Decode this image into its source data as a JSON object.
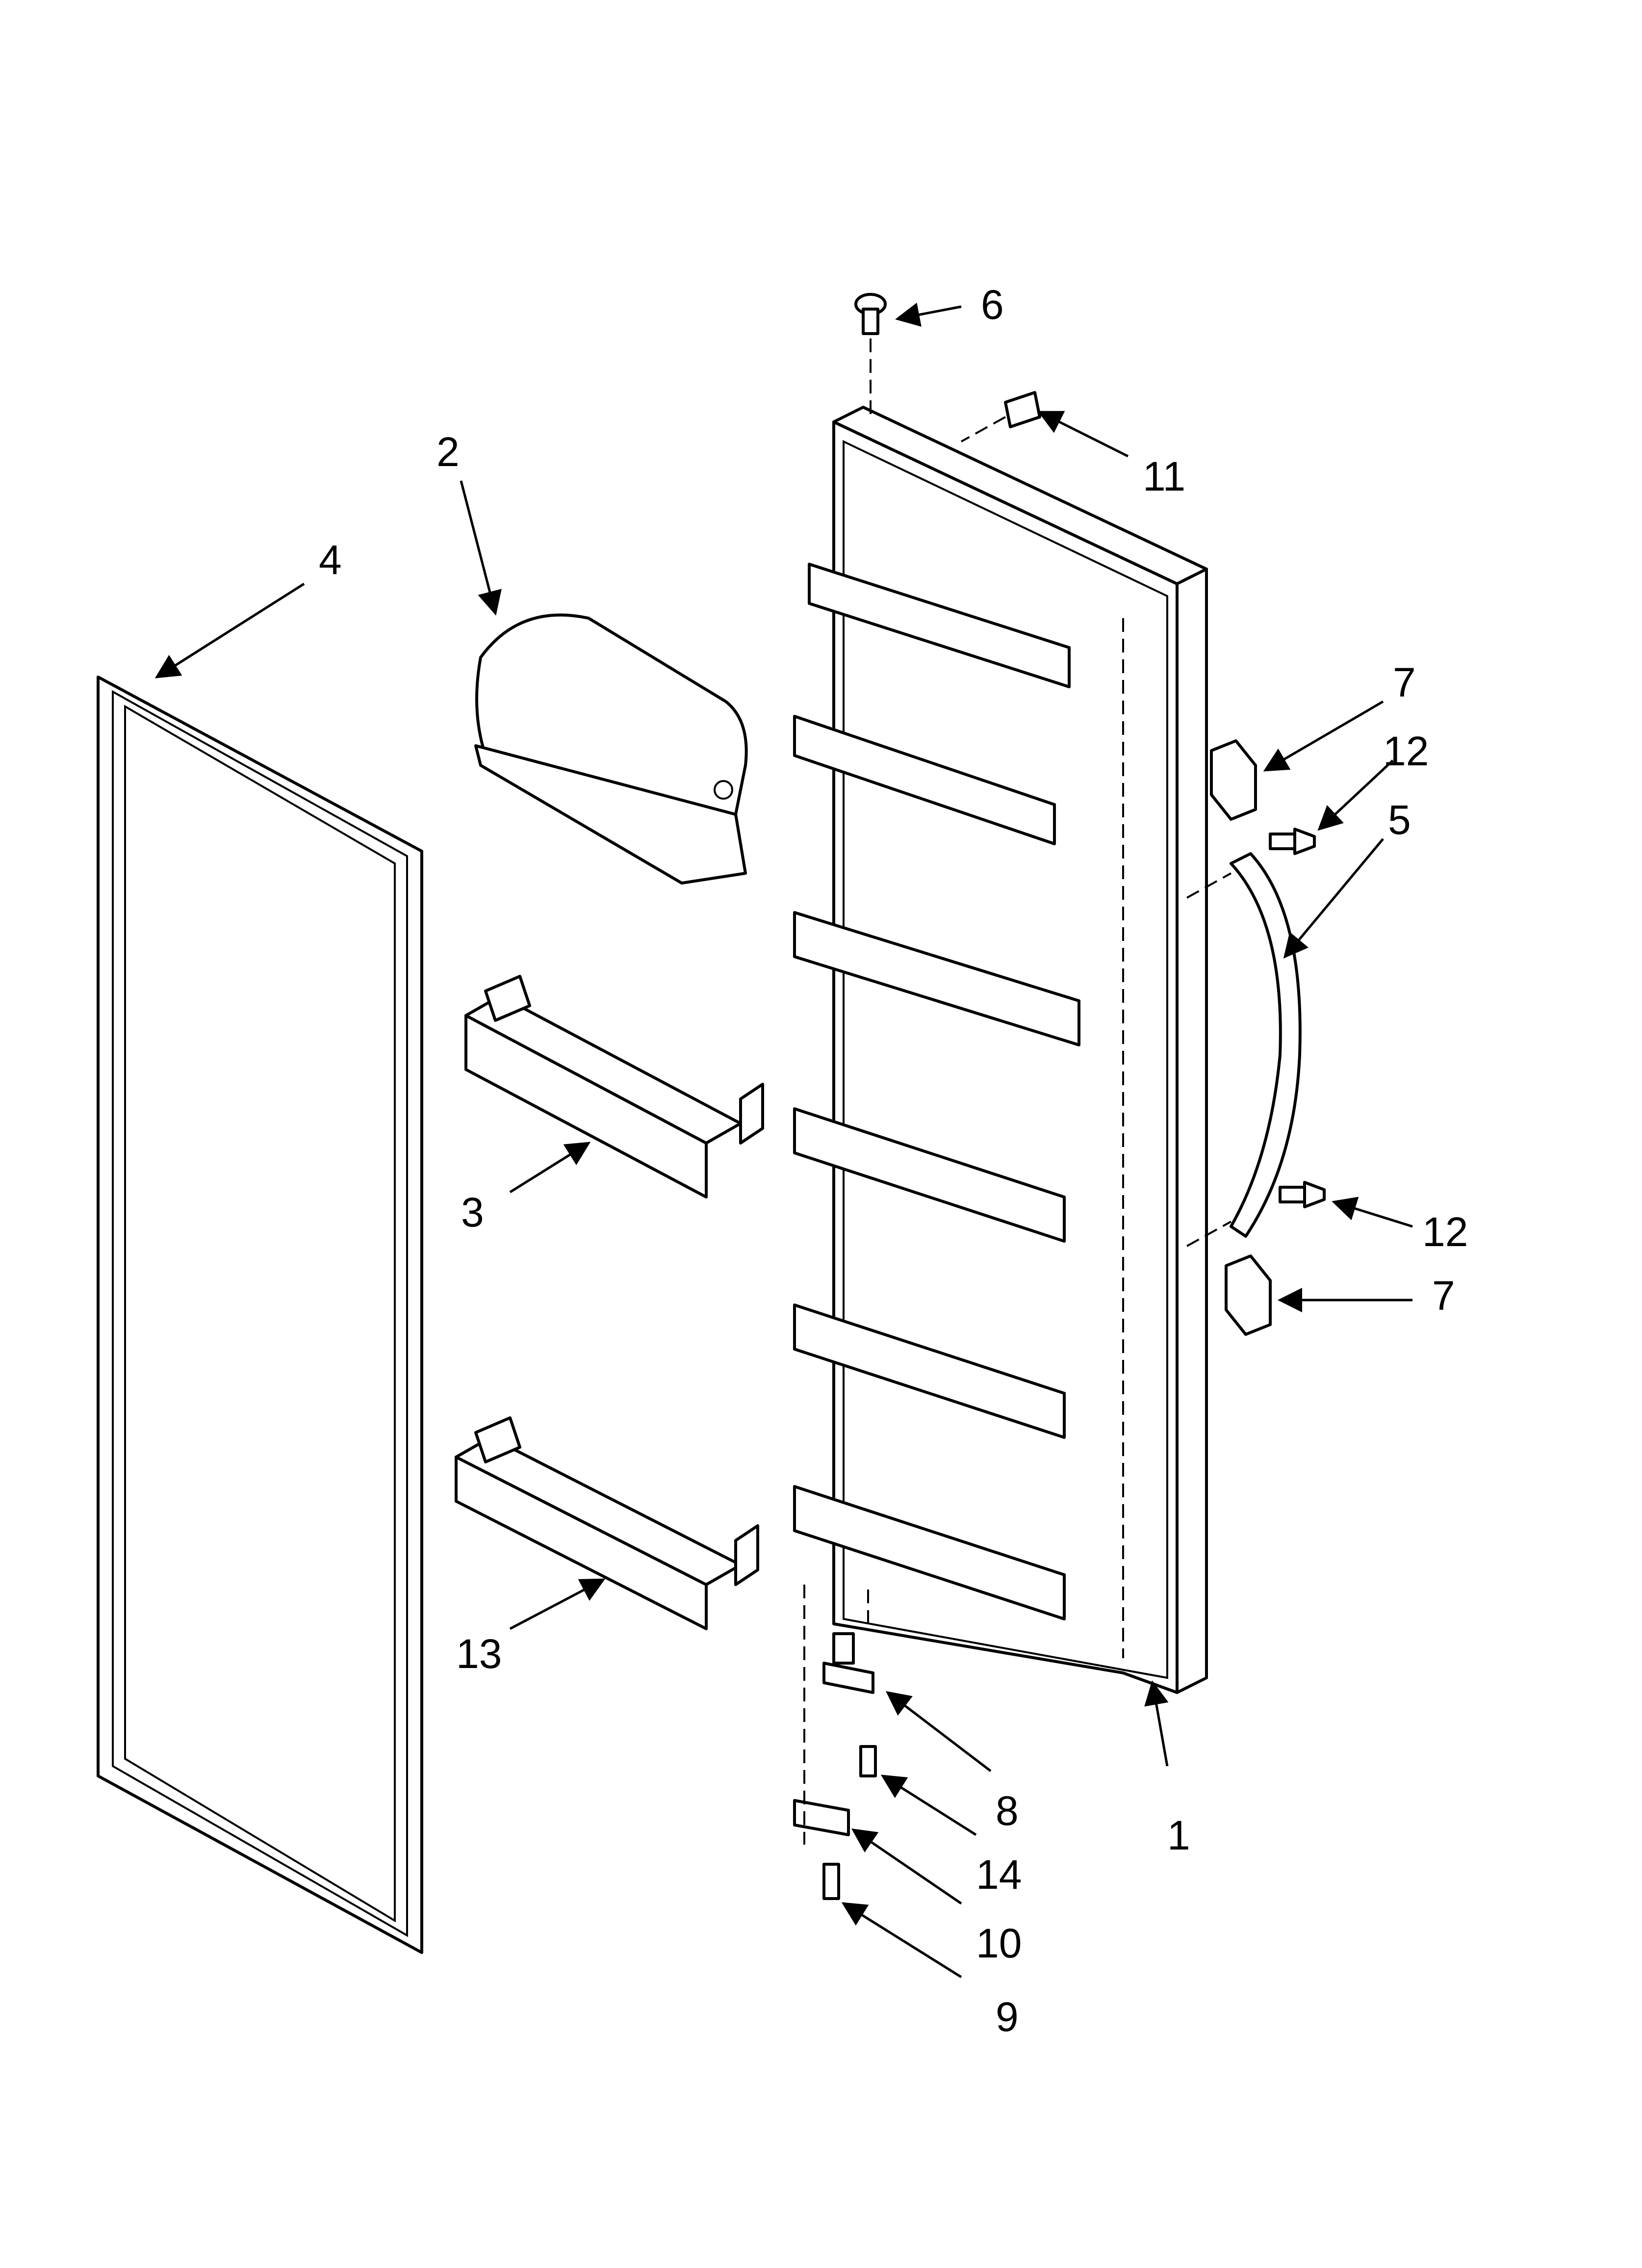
{
  "diagram": {
    "callouts": [
      {
        "id": "c1",
        "label": "1"
      },
      {
        "id": "c2",
        "label": "2"
      },
      {
        "id": "c3",
        "label": "3"
      },
      {
        "id": "c4",
        "label": "4"
      },
      {
        "id": "c5",
        "label": "5"
      },
      {
        "id": "c6",
        "label": "6"
      },
      {
        "id": "c7a",
        "label": "7"
      },
      {
        "id": "c7b",
        "label": "7"
      },
      {
        "id": "c8",
        "label": "8"
      },
      {
        "id": "c9",
        "label": "9"
      },
      {
        "id": "c10",
        "label": "10"
      },
      {
        "id": "c11",
        "label": "11"
      },
      {
        "id": "c12a",
        "label": "12"
      },
      {
        "id": "c12b",
        "label": "12"
      },
      {
        "id": "c13",
        "label": "13"
      },
      {
        "id": "c14",
        "label": "14"
      }
    ]
  }
}
